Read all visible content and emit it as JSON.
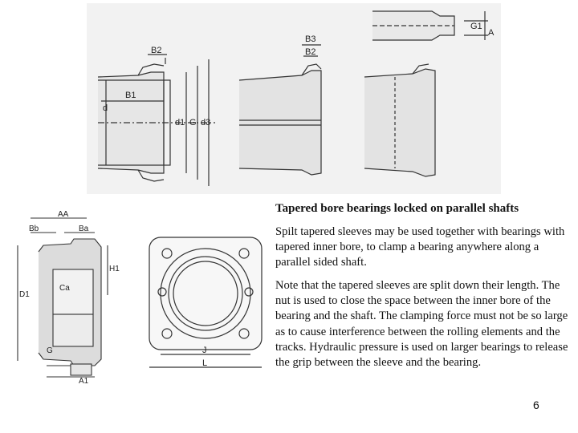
{
  "slide": {
    "title": "Tapered bore bearings locked on parallel shafts",
    "paragraph_1": "Spilt tapered sleeves may be used together with bearings with tapered inner bore, to clamp a bearing anywhere along a parallel sided shaft.",
    "paragraph_2": "Note that the tapered sleeves are split down their length. The nut is used to close the space between the inner bore of the bearing and the shaft. The clamping force must not be so large as to cause interference between the rolling elements and the tracks. Hydraulic pressure is used on larger bearings to release the grip between the sleeve and the bearing.",
    "page_number": "6"
  },
  "figure_top_labels": {
    "b2": "B2",
    "b1": "B1",
    "d": "d",
    "d1": "d1",
    "g": "G",
    "d3": "d3",
    "b3": "B3",
    "b2_mid": "B2",
    "g1": "G1",
    "a": "A"
  },
  "figure_left_labels": {
    "a_a": "AA",
    "b_b": "Bb",
    "b_a": "Ba",
    "h1": "H1",
    "d1": "D1",
    "c_a": "Ca",
    "g": "G",
    "a1": "A1"
  },
  "figure_mid_labels": {
    "j": "J",
    "l": "L"
  }
}
